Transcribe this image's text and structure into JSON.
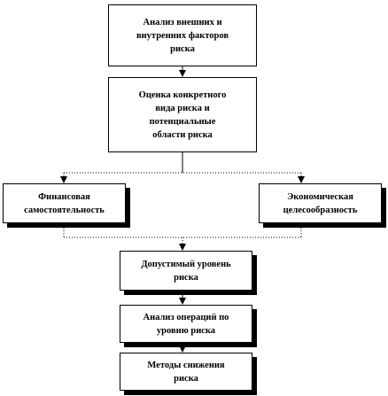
{
  "boxes": {
    "factors": "Анализ внешних и\nвнутренних факторов\nриска",
    "estimate": "Оценка конкретного\nвида риска и\nпотенциальные\nобласти риска",
    "fin": "Финансовая\nсамостоятельность",
    "econ": "Экономическая\nцелесообразность",
    "level": "Допустимый уровень\nриска",
    "ops": "Анализ операций по\nуровню риска",
    "methods": "Методы снижения\nриска"
  }
}
